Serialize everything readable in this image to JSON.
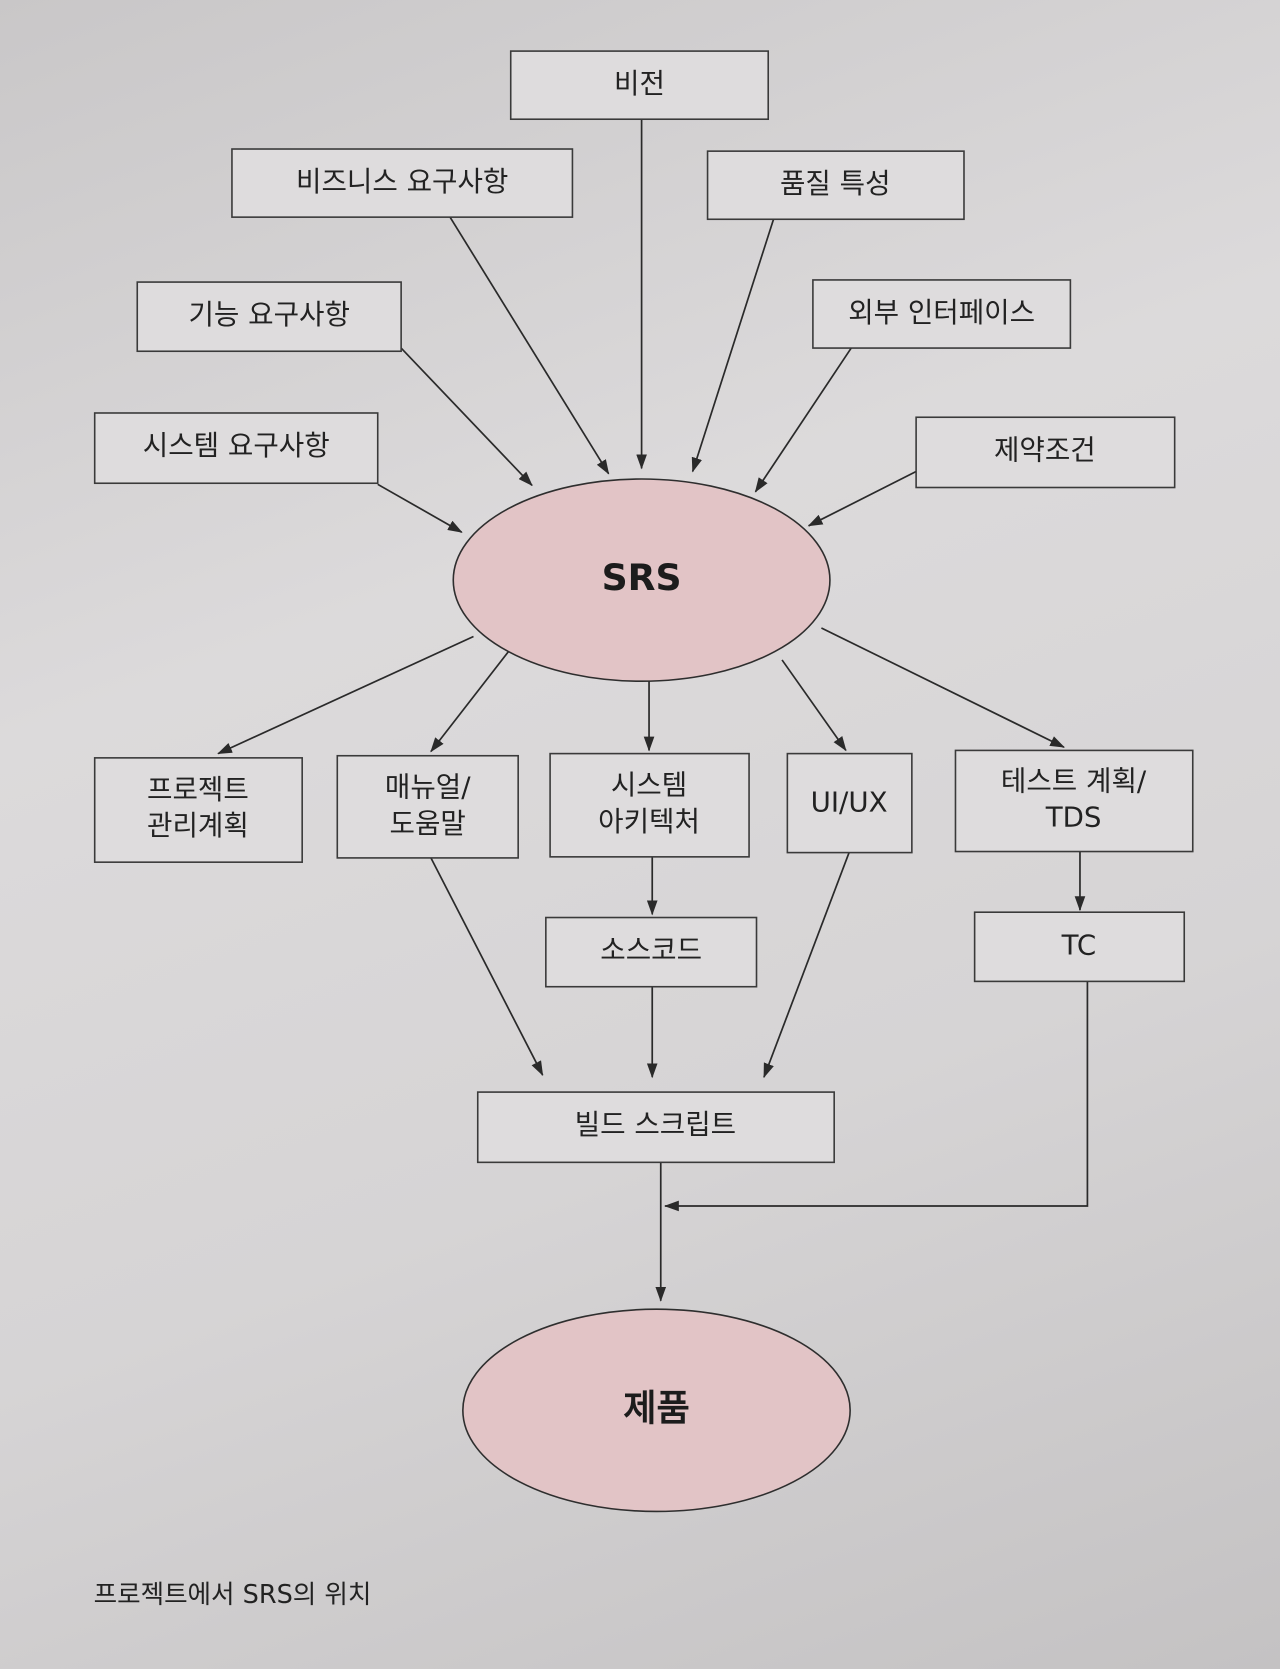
{
  "nodes": {
    "vision": "비전",
    "business_req": "비즈니스 요구사항",
    "quality": "품질 특성",
    "functional_req": "기능 요구사항",
    "external_if": "외부 인터페이스",
    "system_req": "시스템 요구사항",
    "constraints": "제약조건",
    "srs": "SRS",
    "project_mgmt": [
      "프로젝트",
      "관리계획"
    ],
    "manual": [
      "매뉴얼/",
      "도움말"
    ],
    "architecture": [
      "시스템",
      "아키텍처"
    ],
    "uiux": "UI/UX",
    "test_plan": [
      "테스트 계획/",
      "TDS"
    ],
    "source_code": "소스코드",
    "tc": "TC",
    "build_script": "빌드 스크립트",
    "product": "제품"
  },
  "caption": "프로젝트에서 SRS의 위치"
}
